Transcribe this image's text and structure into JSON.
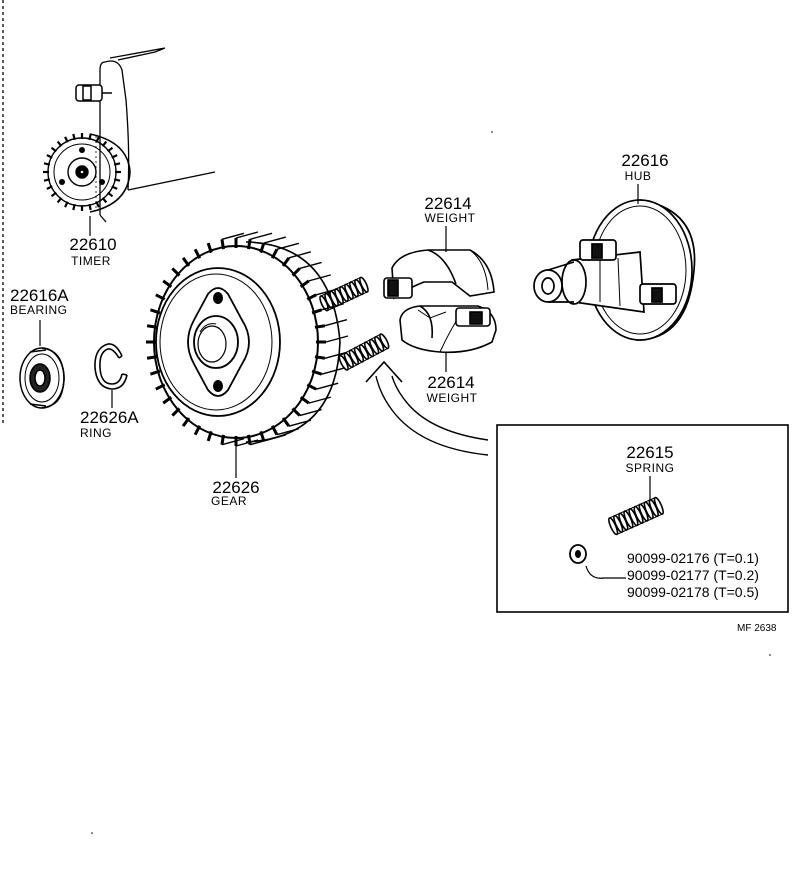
{
  "colors": {
    "ink": "#000000",
    "background": "#ffffff"
  },
  "parts": {
    "timer": {
      "number": "22610",
      "name": "TIMER"
    },
    "bearing": {
      "number": "22616A",
      "name": "BEARING"
    },
    "ring": {
      "number": "22626A",
      "name": "RING"
    },
    "gear": {
      "number": "22626",
      "name": "GEAR"
    },
    "weight_upper": {
      "number": "22614",
      "name": "WEIGHT"
    },
    "weight_lower": {
      "number": "22614",
      "name": "WEIGHT"
    },
    "hub": {
      "number": "22616",
      "name": "HUB"
    },
    "spring": {
      "number": "22615",
      "name": "SPRING"
    }
  },
  "shims": [
    "90099-02176 (T=0.1)",
    "90099-02177 (T=0.2)",
    "90099-02178 (T=0.5)"
  ],
  "figure_code": "MF  2638"
}
